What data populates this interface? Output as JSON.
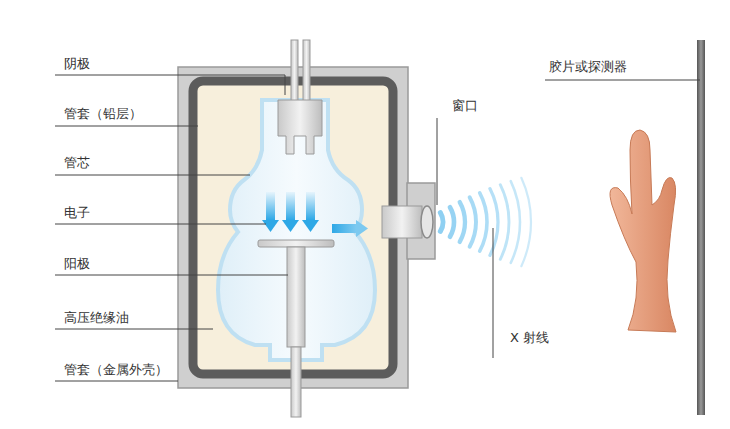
{
  "diagram": {
    "labels": [
      "阴极",
      "管套（铅层）",
      "管芯",
      "电子",
      "阳极",
      "高压绝缘油",
      "管套（金属外壳）",
      "窗口",
      "X 射线",
      "胶片或探测器"
    ]
  }
}
